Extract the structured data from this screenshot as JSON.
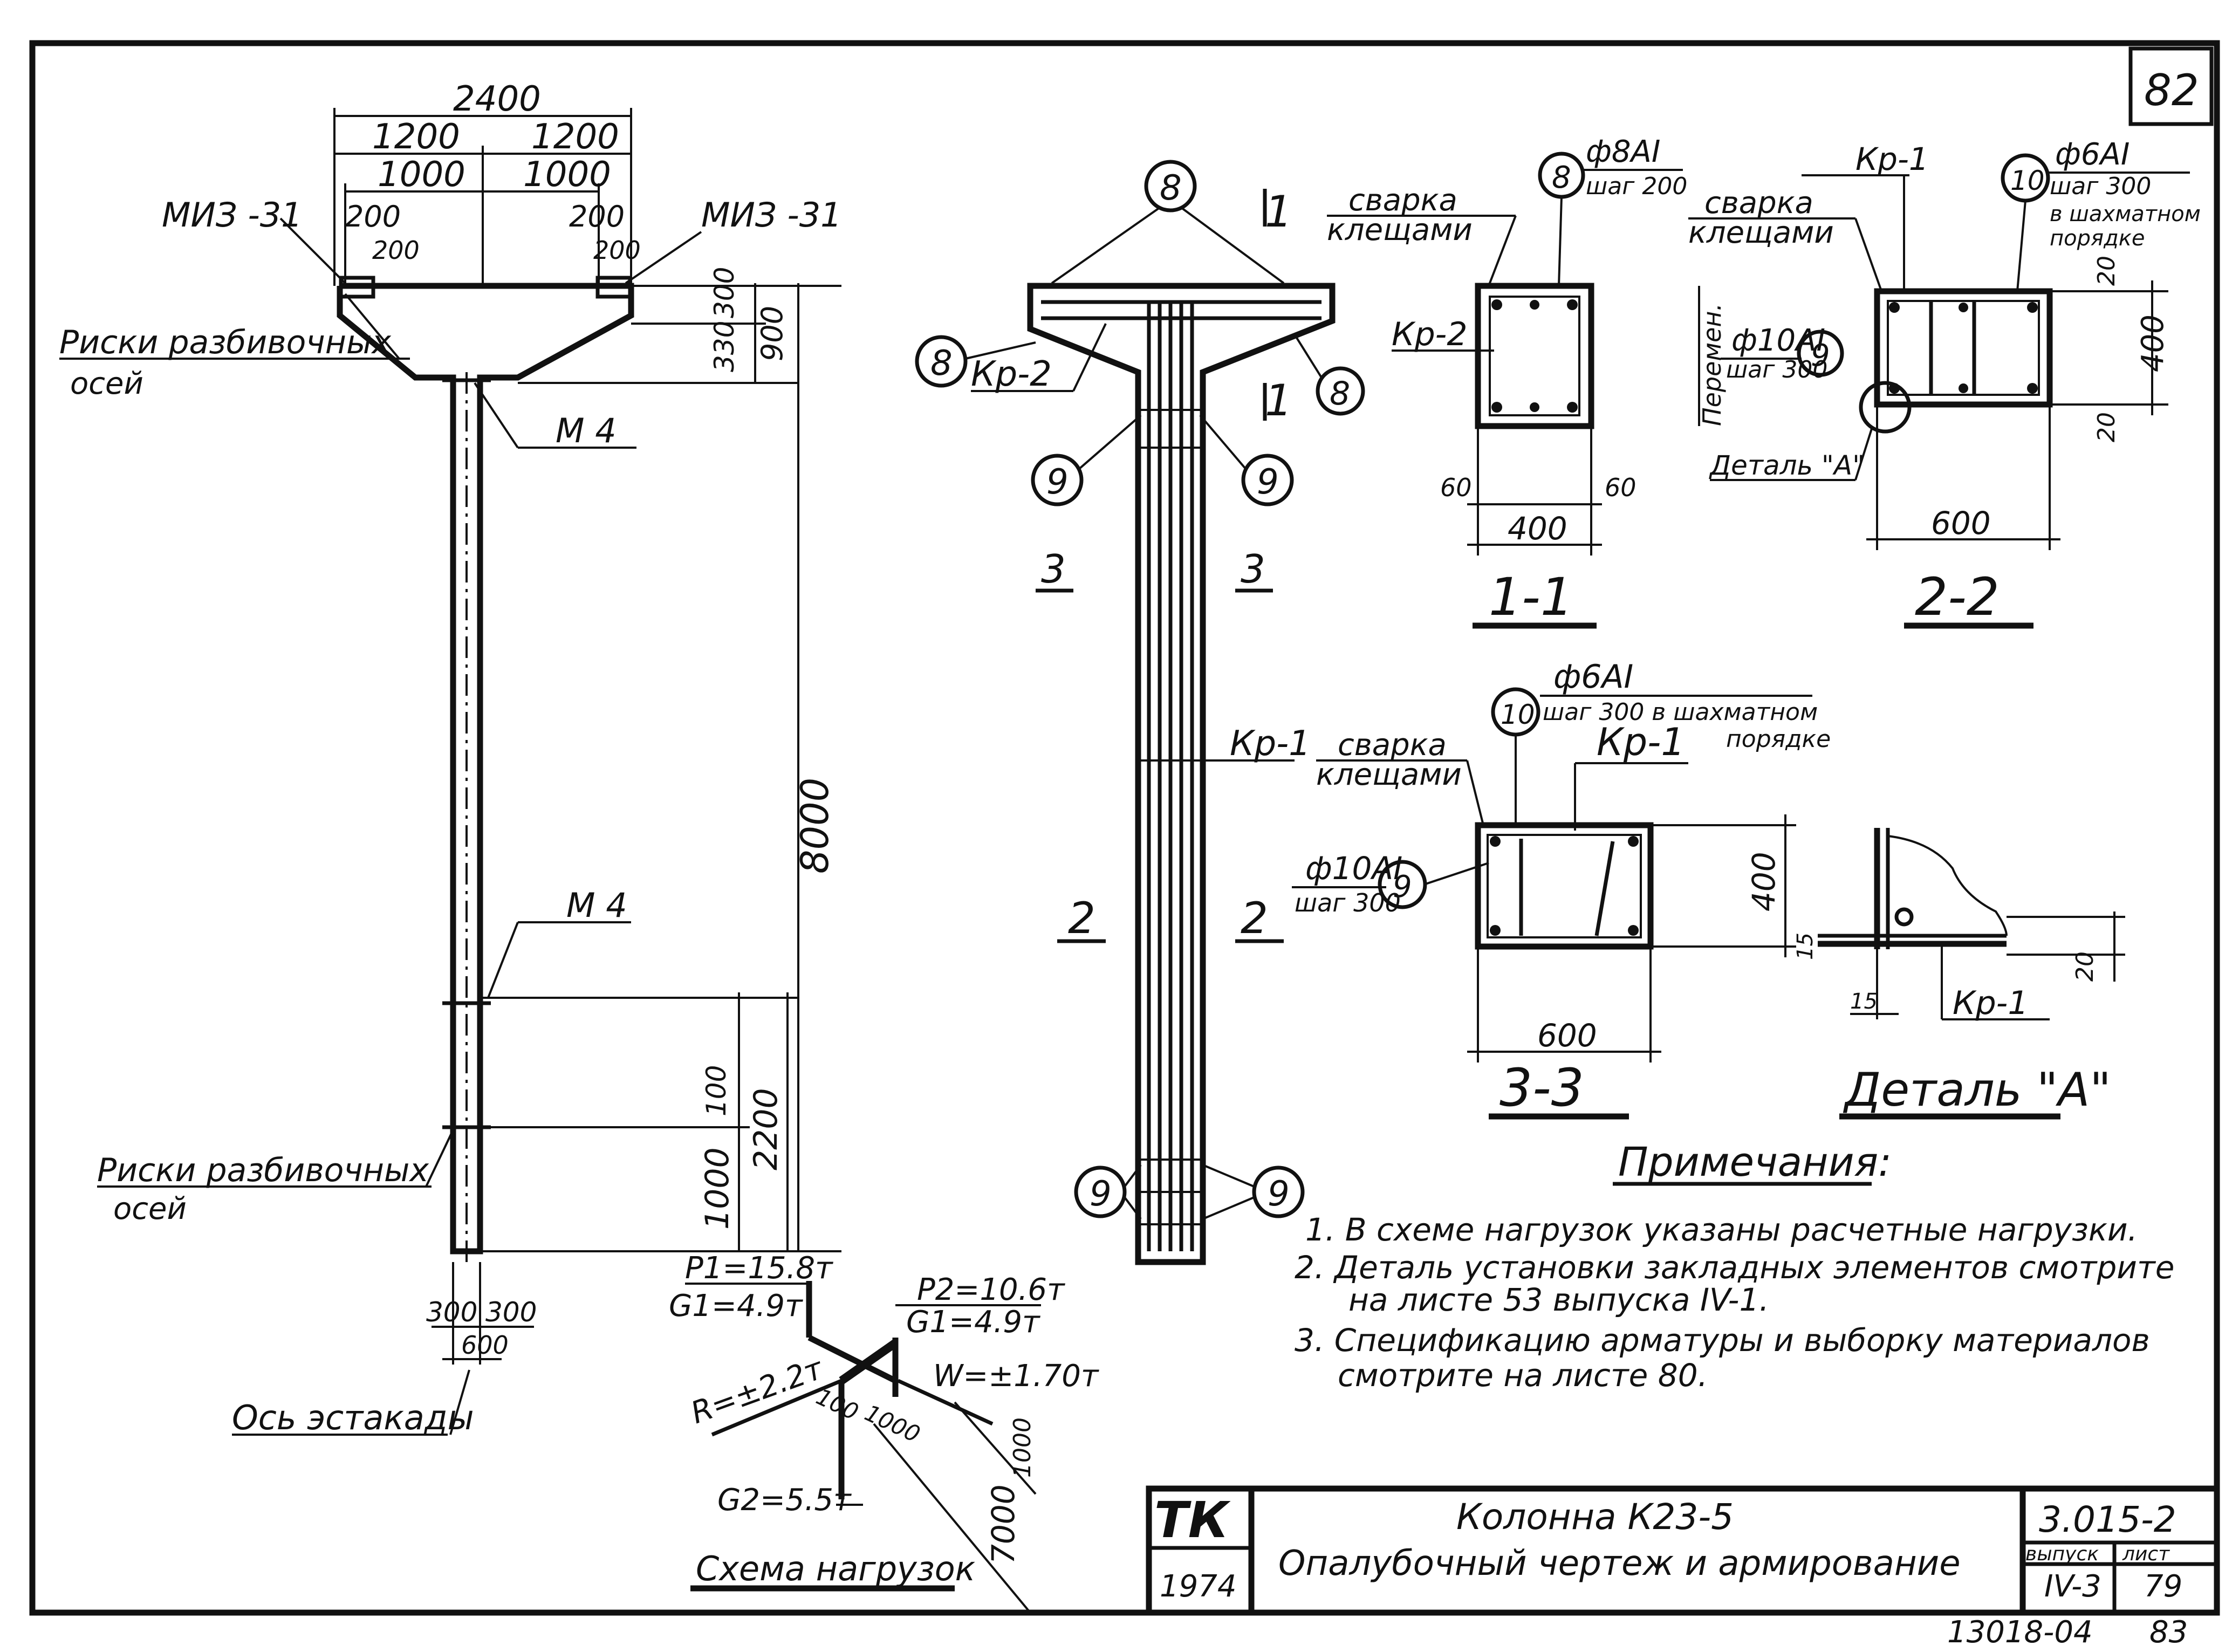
{
  "sheet_number": "82",
  "elevation": {
    "dims_top": [
      "2400",
      "1200",
      "1200",
      "1000",
      "1000",
      "200",
      "200",
      "200",
      "200"
    ],
    "dims_right": [
      "300",
      "900",
      "330",
      "8000"
    ],
    "dims_lower": [
      "100",
      "2200",
      "1000"
    ],
    "dims_bottom": [
      "300",
      "300",
      "600"
    ],
    "label_embed_left": "МИЗ -31",
    "label_embed_right": "МИЗ -31",
    "label_marks_top_1": "Риски разбивочных",
    "label_marks_top_2": "осей",
    "label_m4_top": "М 4",
    "label_m4_mid": "М 4",
    "label_marks_bot_1": "Риски разбивочных",
    "label_marks_bot_2": "осей",
    "label_axis": "Ось эстакады"
  },
  "reinforcement": {
    "cut_1": "1",
    "cut_3": "3",
    "cut_2": "2",
    "label_kr1": "Кр-1",
    "label_kr2": "Кр-2",
    "callout_8": "8",
    "callout_9": "9"
  },
  "section_1_1": {
    "title": "1-1",
    "weld_1": "сварка",
    "weld_2": "клещами",
    "bar_top": "ф8АI",
    "bar_top_step": "шаг 200",
    "bar_mid": "ф10АI",
    "bar_mid_step": "шаг 300",
    "label_kr2": "Кр-2",
    "label_var": "Перемен.",
    "dim_width": "400",
    "dim_cover_l": "60",
    "dim_cover_r": "60"
  },
  "section_2_2": {
    "title": "2-2",
    "label_kr1": "Кр-1",
    "weld_1": "сварка",
    "weld_2": "клещами",
    "bar": "ф6АI",
    "bar_step": "шаг 300",
    "bar_note_1": "в шахматном",
    "bar_note_2": "порядке",
    "detail_ref": "Деталь \"А\"",
    "dim_width": "600",
    "dim_height": "400",
    "dim_cover_top": "20",
    "dim_cover_bot": "20"
  },
  "section_3_3": {
    "title": "3-3",
    "bar": "ф6АI",
    "bar_step": "шаг 300 в шахматном",
    "bar_note": "порядке",
    "label_kr1": "Кр-1",
    "weld_1": "сварка",
    "weld_2": "клещами",
    "bar2": "ф10АI",
    "bar2_step": "шаг 300",
    "dim_width": "600",
    "dim_height": "400"
  },
  "detail_a": {
    "title": "Деталь \"А\"",
    "dim_15a": "15",
    "dim_15b": "15",
    "dim_20": "20",
    "label_kr1": "Кр-1"
  },
  "loads": {
    "title": "Схема нагрузок",
    "p1": "P1=15.8т",
    "g1_left": "G1=4.9т",
    "p2": "P2=10.6т",
    "g1_right": "G1=4.9т",
    "r": "R=±2.2т",
    "w": "W=±1.70т",
    "g2": "G2=5.5т",
    "dim_100": "100",
    "dim_1000a": "1000",
    "dim_1000b": "1000",
    "dim_7000": "7000"
  },
  "notes": {
    "title": "Примечания:",
    "items": [
      "1. В схеме нагрузок указаны расчетные нагрузки.",
      "2. Деталь установки закладных элементов смотрите",
      "на листе 53 выпуска IV-1.",
      "3. Спецификацию арматуры и выборку материалов",
      "смотрите на листе 80."
    ]
  },
  "title_block": {
    "logo": "ТК",
    "year": "1974",
    "title_line1": "Колонна К23-5",
    "title_line2": "Опалубочный чертеж и армирование",
    "code": "3.015-2",
    "issue_label": "выпуск",
    "sheet_label": "лист",
    "issue_value": "IV-3",
    "sheet_value": "79",
    "archive_no": "13018-04",
    "archive_page": "83"
  }
}
